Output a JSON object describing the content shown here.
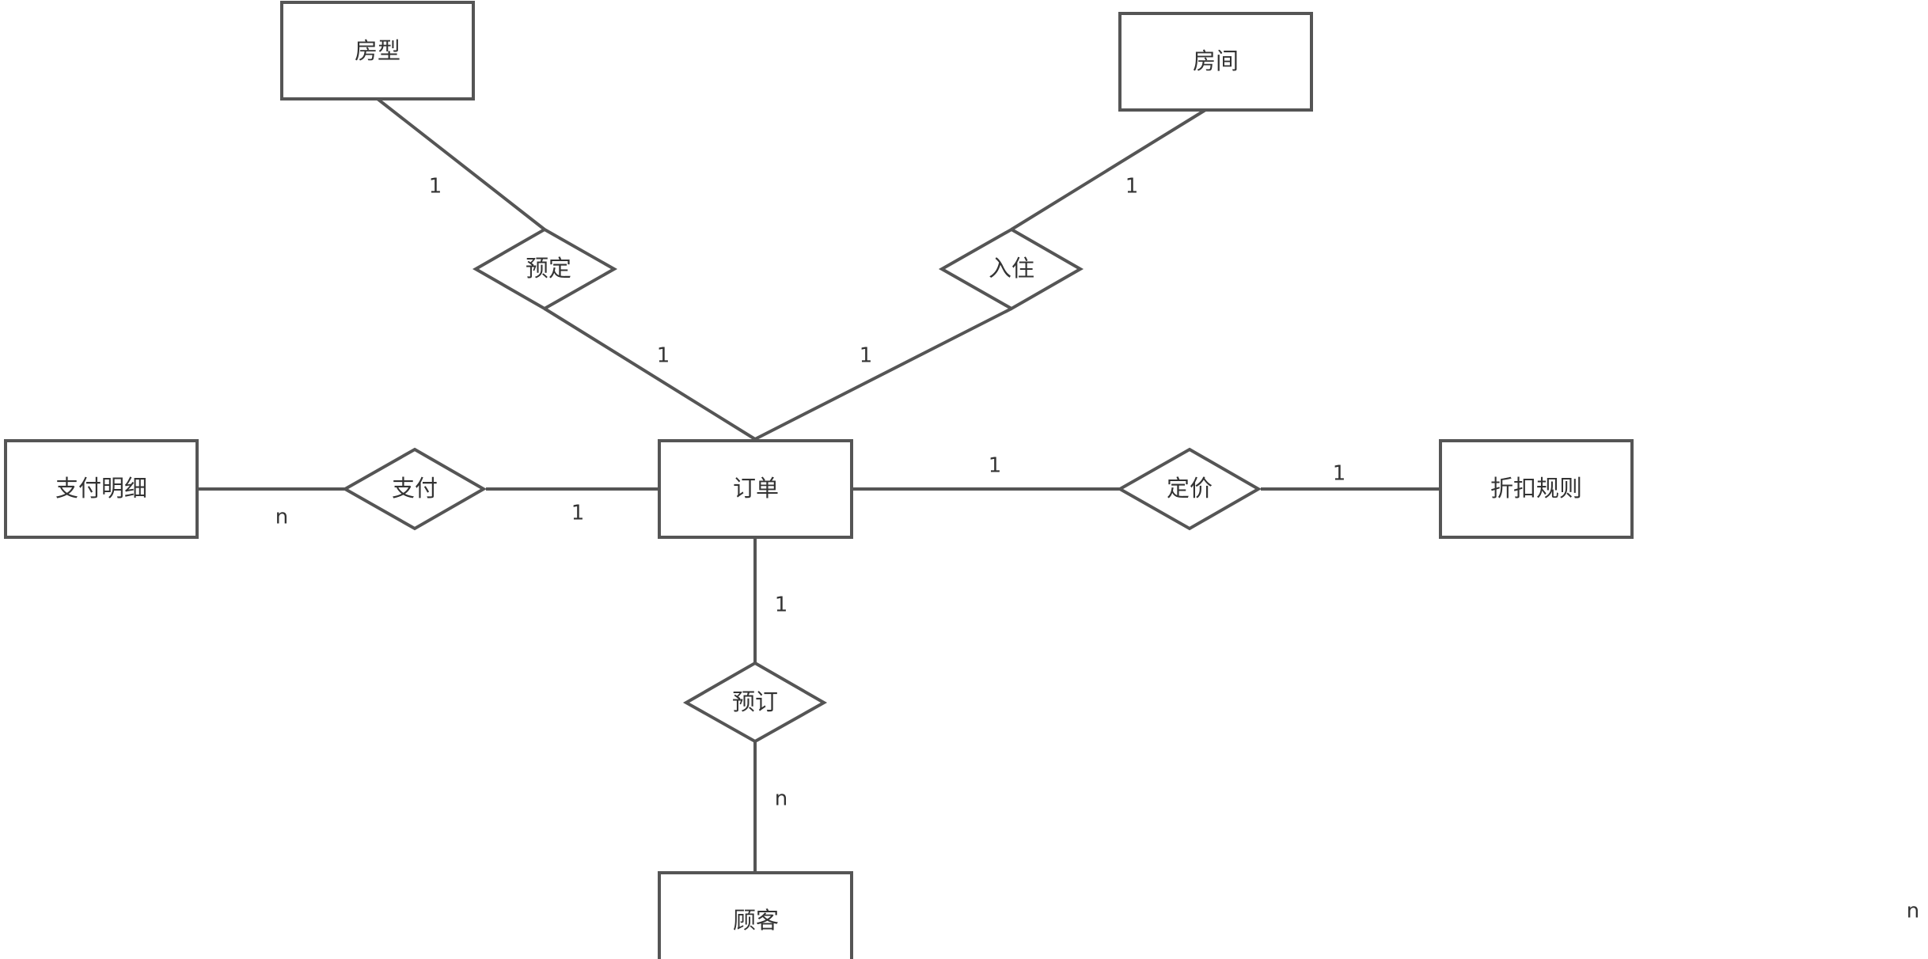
{
  "entities": {
    "room_type": "房型",
    "room": "房间",
    "payment_detail": "支付明细",
    "order": "订单",
    "discount_rule": "折扣规则",
    "customer": "顾客"
  },
  "relationships": {
    "reserve": "预定",
    "check_in": "入住",
    "pay": "支付",
    "pricing": "定价",
    "book": "预订"
  },
  "cardinalities": {
    "room_type_reserve": "1",
    "reserve_order": "1",
    "room_check_in": "1",
    "check_in_order": "1",
    "payment_detail_pay": "n",
    "pay_order": "1",
    "order_pricing": "1",
    "pricing_discount_rule": "1",
    "order_book": "1",
    "book_customer": "n",
    "stray": "n"
  },
  "colors": {
    "stroke": "#555555",
    "text": "#333333",
    "background": "#ffffff"
  }
}
